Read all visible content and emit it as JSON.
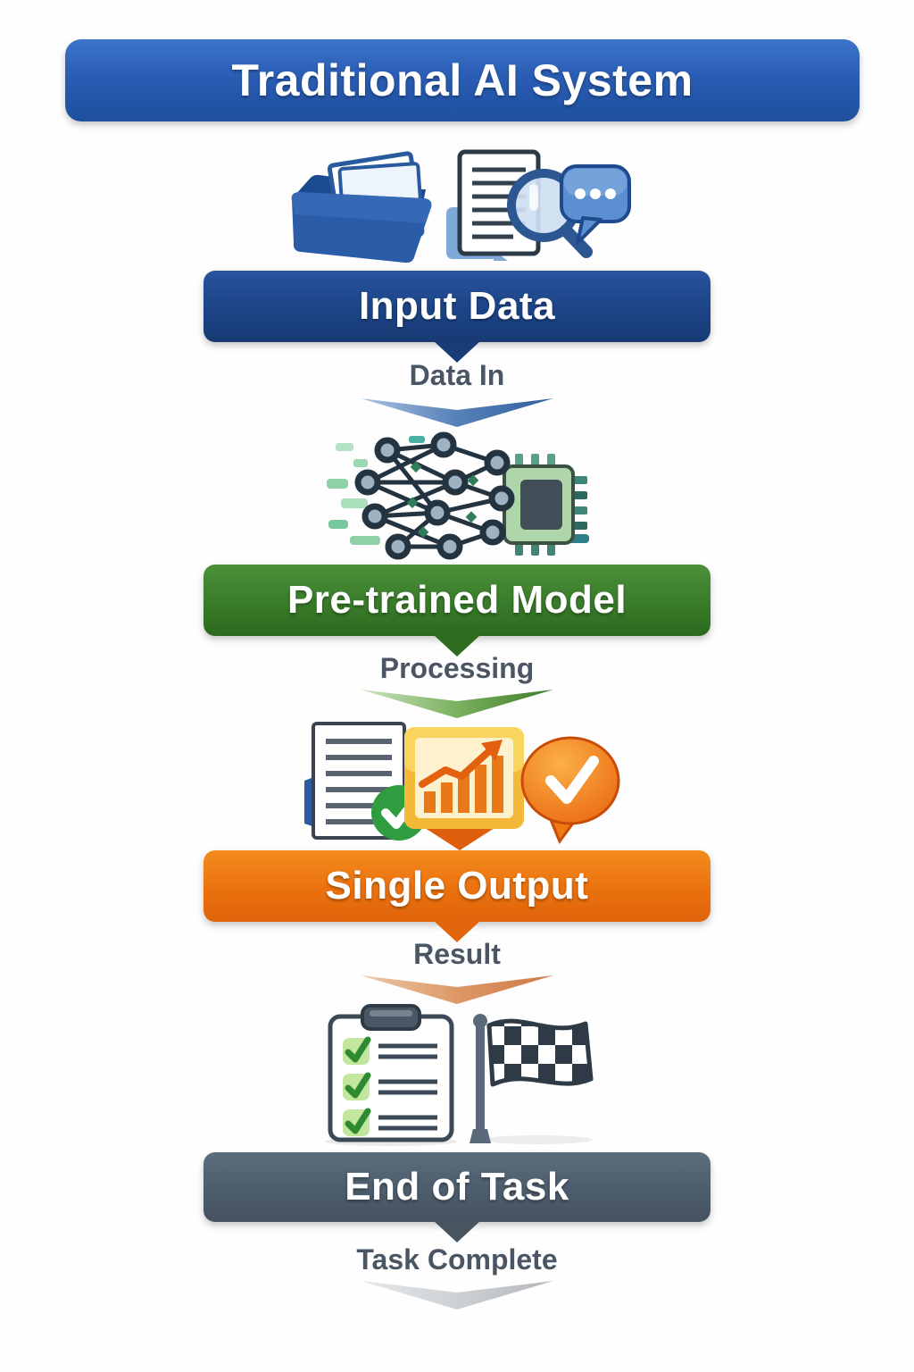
{
  "title": {
    "label": "Traditional AI System",
    "banner_color": "#2a5db4"
  },
  "stages": [
    {
      "name": "input-data",
      "label": "Input Data",
      "banner_color": "#1d4588",
      "transition": {
        "label": "Data In",
        "arrow_color": "#4f7cb4"
      },
      "icons": [
        "folder-icon",
        "document-magnifier-icon",
        "chat-bubble-icon"
      ]
    },
    {
      "name": "pre-trained-model",
      "label": "Pre-trained Model",
      "banner_color": "#3a7d2c",
      "transition": {
        "label": "Processing",
        "arrow_color": "#5e9a44"
      },
      "icons": [
        "neural-network-icon",
        "chip-icon"
      ]
    },
    {
      "name": "single-output",
      "label": "Single Output",
      "banner_color": "#ec7310",
      "transition": {
        "label": "Result",
        "arrow_color": "#d98a55"
      },
      "icons": [
        "document-check-icon",
        "bar-chart-icon",
        "check-bubble-icon"
      ]
    },
    {
      "name": "end-of-task",
      "label": "End of Task",
      "banner_color": "#4e5e6e",
      "transition": {
        "label": "Task Complete",
        "arrow_color": "#c2c6ca"
      },
      "icons": [
        "checklist-clipboard-icon",
        "checkered-flag-icon"
      ]
    }
  ]
}
